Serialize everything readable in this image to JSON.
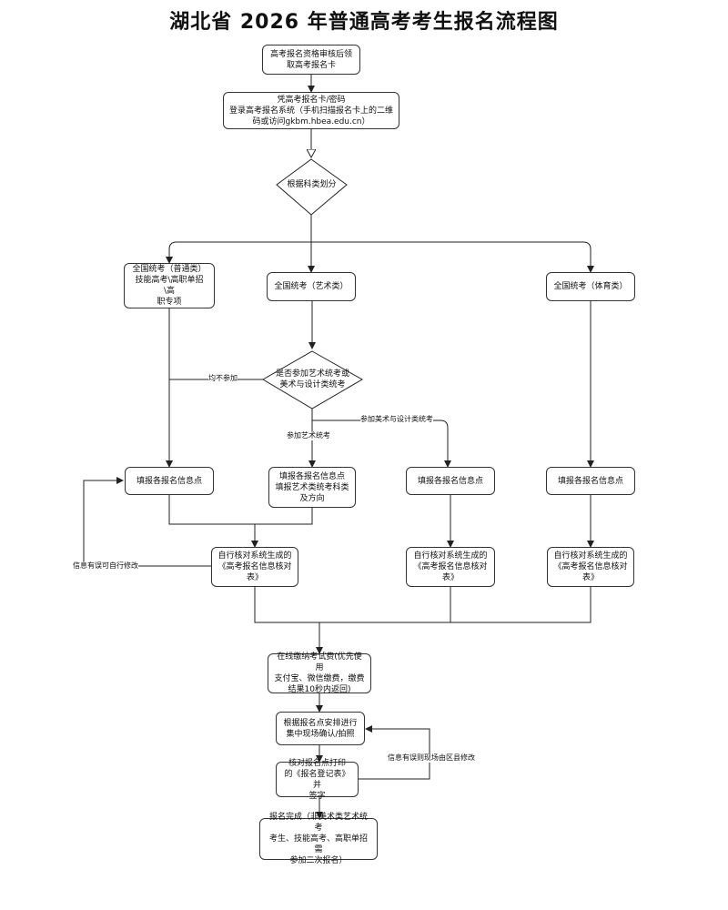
{
  "title": "湖北省 2026 年普通高考考生报名流程图",
  "nodes": {
    "start": "高考报名资格审核后领\n取高考报名卡",
    "login": "凭高考报名卡/密码\n登录高考报名系统（手机扫描报名卡上的二维\n码或访问gkbm.hbea.edu.cn）",
    "classify": "根据科类划分",
    "general": "全国统考（普通类）\n技能高考\\高职单招\\高\n职专项",
    "art": "全国统考（艺术类）",
    "sports": "全国统考（体育类）",
    "art_decision": "是否参加艺术统考或\n美术与设计类统考",
    "fill_general": "填报各报名信息点",
    "fill_art": "填报各报名信息点\n填报艺术类统考科类\n及方向",
    "fill_design": "填报各报名信息点",
    "fill_sports": "填报各报名信息点",
    "check_1": "自行核对系统生成的\n《高考报名信息核对\n表》",
    "check_2": "自行核对系统生成的\n《高考报名信息核对\n表》",
    "check_3": "自行核对系统生成的\n《高考报名信息核对\n表》",
    "payment": "在线缴纳考试费(优先使用\n支付宝、微信缴费，缴费\n结果10秒内返回)",
    "confirm": "根据报名点安排进行\n集中现场确认/拍照",
    "sign": "核对报名点打印\n的《报名登记表》并\n签字",
    "finish": "报名完成（非美术类艺术统考\n考生、技能高考、高职单招需\n参加二次报名）"
  },
  "labels": {
    "not_attend": "均不参加",
    "design_exam": "参加美术与设计类统考",
    "art_exam": "参加艺术统考",
    "self_modify": "信息有误可自行修改",
    "county_modify": "信息有误则现场由区县修改"
  }
}
